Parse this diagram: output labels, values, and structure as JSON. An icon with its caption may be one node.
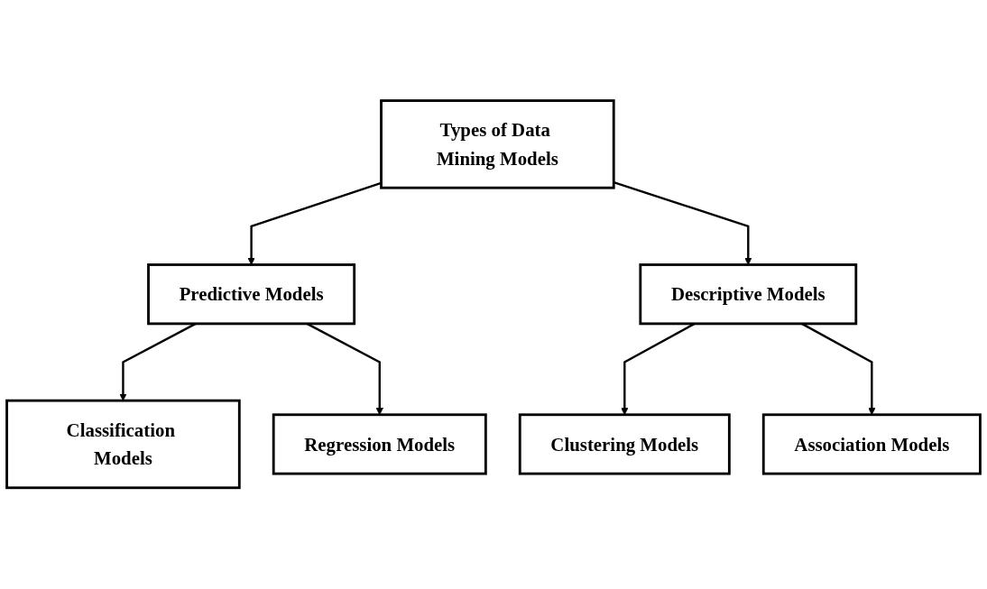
{
  "diagram": {
    "nodes": [
      {
        "text": [
          "Types of Data Mining Models"
        ]
      },
      {
        "text": [
          "Predictive Models"
        ]
      },
      {
        "text": [
          "Descriptive Models"
        ]
      },
      {
        "text": [
          "Classification Models"
        ]
      },
      {
        "text": [
          "Regression Models"
        ]
      },
      {
        "text": [
          "Clustering Models"
        ]
      },
      {
        "text": [
          "Association Models"
        ]
      }
    ],
    "edges": [
      {
        "from": 0,
        "to": 1,
        "arrow": "to"
      },
      {
        "from": 0,
        "to": 2,
        "arrow": "to"
      },
      {
        "from": 1,
        "to": 3,
        "arrow": "to"
      },
      {
        "from": 1,
        "to": 4,
        "arrow": "to"
      },
      {
        "from": 2,
        "to": 5,
        "arrow": "to"
      },
      {
        "from": 2,
        "to": 6,
        "arrow": "to"
      }
    ]
  }
}
